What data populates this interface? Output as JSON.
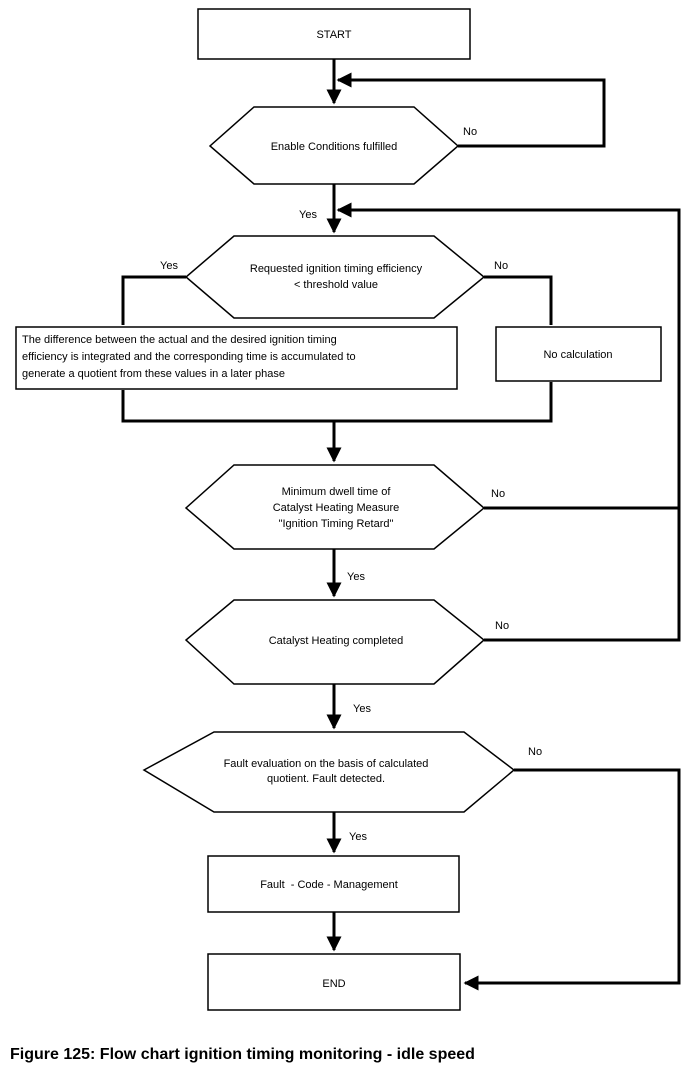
{
  "nodes": {
    "start": "START",
    "enable": "Enable Conditions fulfilled",
    "requested": [
      "Requested ignition timing efficiency",
      "< threshold value"
    ],
    "integrate": [
      "The difference between the actual and the desired ignition timing",
      "efficiency is integrated and the corresponding time is accumulated to",
      "generate a quotient from these values in a later phase"
    ],
    "no_calc": "No calculation",
    "dwell": [
      "Minimum dwell time of",
      "Catalyst Heating Measure",
      "\"Ignition Timing Retard\""
    ],
    "heating": "Catalyst Heating completed",
    "fault_eval": [
      "Fault evaluation on the basis of calculated",
      "quotient. Fault detected."
    ],
    "fcm": "Fault  - Code - Management",
    "end": "END"
  },
  "edges": {
    "enable_no": "No",
    "enable_yes": "Yes",
    "req_yes": "Yes",
    "req_no": "No",
    "dwell_no": "No",
    "dwell_yes": "Yes",
    "heat_no": "No",
    "heat_yes": "Yes",
    "fault_no": "No",
    "fault_yes": "Yes"
  },
  "caption": "Figure 125: Flow chart ignition timing monitoring - idle speed"
}
